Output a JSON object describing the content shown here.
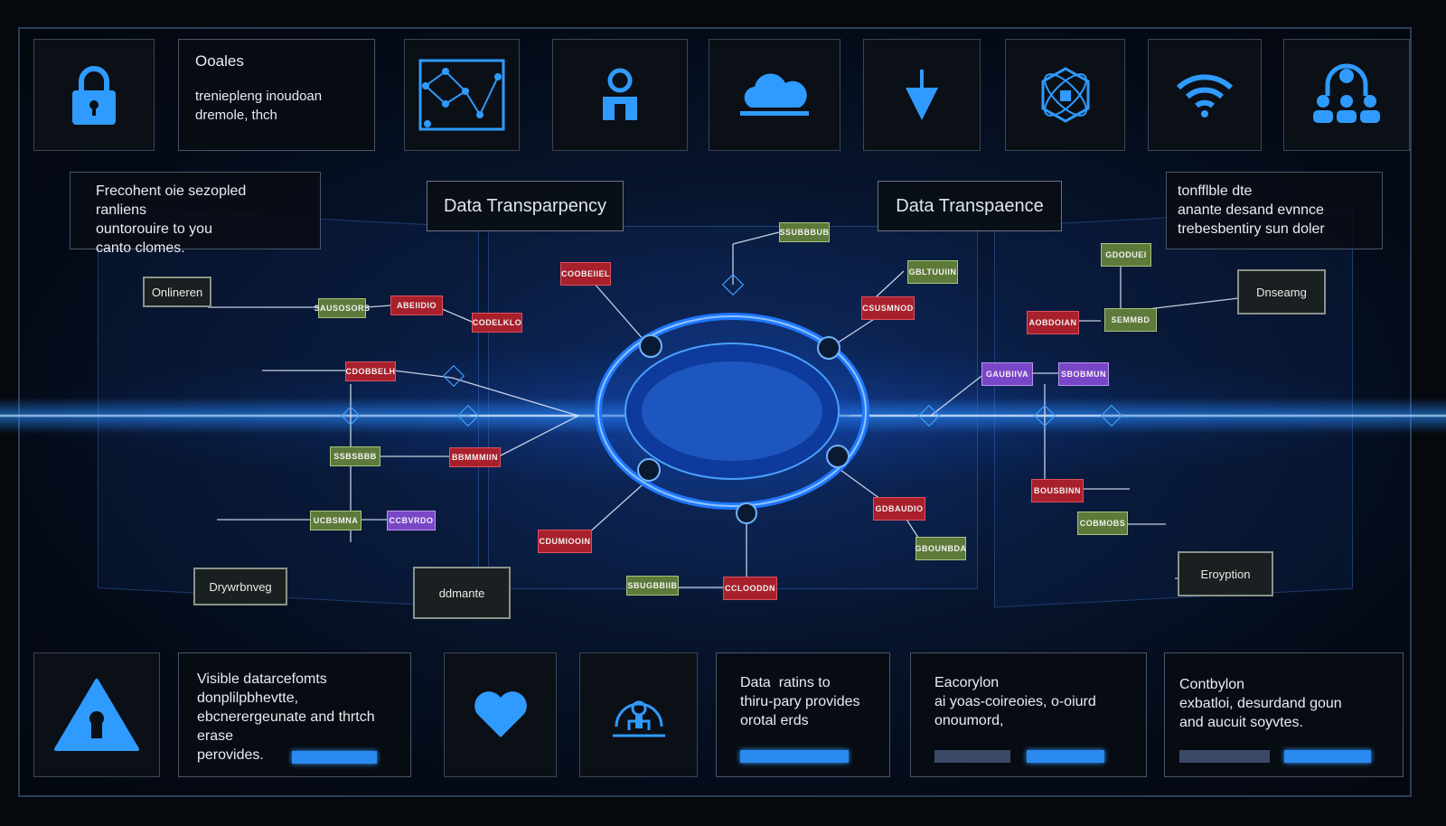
{
  "top_row": {
    "info_box": {
      "title": "Ooales",
      "line1": "treniepleng inoudoan",
      "line2": "dremole, thch"
    }
  },
  "mid": {
    "left_note": {
      "line1": "Frecohent oie sezopled ranliens",
      "line2": "ountorouire to you",
      "line3": "canto clomes."
    },
    "right_note": {
      "line1": "tonfflble dte",
      "line2": "anante desand evnnce",
      "line3": "trebesbentiry sun doler"
    },
    "title_left": "Data Transparpency",
    "title_right": "Data Transpaence",
    "labels": {
      "onlineren": "Onlineren",
      "dnseamg": "Dnseamg",
      "drywrbnveg": "Drywrbnveg",
      "ddmante": "ddmante",
      "eroyption": "Eroyption"
    },
    "nodes": {
      "n1": "SAUSOSORS",
      "n2": "ABEIIDIO",
      "n3": "CODELKLO",
      "n4": "COOBEIIEL",
      "n5": "SSUBBBUB",
      "n6": "CDOBBELH",
      "n7": "SSBSBBB",
      "n8": "BBMMMIIN",
      "n9": "UCBSMNA",
      "n10": "CCBVRDO",
      "n11": "CDUMIOOIN",
      "n12": "SBUGBBIIB",
      "n13": "CCLOODDN",
      "n14": "GBLTUUIIN",
      "n15": "CSUSMNOD",
      "n16": "GDODUEI",
      "n17": "AOBDOIAN",
      "n18": "SEMMBD",
      "n19": "GAUBIIVA",
      "n20": "SBOBMUN",
      "n21": "BOUSBINN",
      "n22": "GDBAUDIO",
      "n23": "COBMOBS",
      "n24": "GBOUNBDA"
    }
  },
  "bottom_row": {
    "box1": {
      "line1": "Visible datarcefomts",
      "line2": "donplilpbhevtte,",
      "line3": "ebcnerergeunate and thrtch",
      "line4": "erase",
      "line5": "perovides."
    },
    "box2": {
      "line1": "Data  ratins to",
      "line2": "thiru-pary provides",
      "line3": "orotal erds"
    },
    "box3": {
      "line1": "Eacorylon",
      "line2": "ai yoas-coireoies, o-oiurd",
      "line3": "onoumord,"
    },
    "box4": {
      "line1": "Contbylon",
      "line2": "exbatloi, desurdand goun",
      "line3": "and aucuit soyvtes."
    }
  },
  "icons": [
    "lock-icon",
    "network-icon",
    "user-icon",
    "cloud-icon",
    "arrow-down-icon",
    "security-hex-icon",
    "wifi-icon",
    "people-hierarchy-icon",
    "warning-lock-icon",
    "heart-icon",
    "user-shield-icon"
  ],
  "colors": {
    "accent": "#2b8af0",
    "node_red": "#a8202c",
    "node_green": "#5d7a3a",
    "node_purple": "#7a46c8",
    "icon_blue": "#2f9bff"
  }
}
